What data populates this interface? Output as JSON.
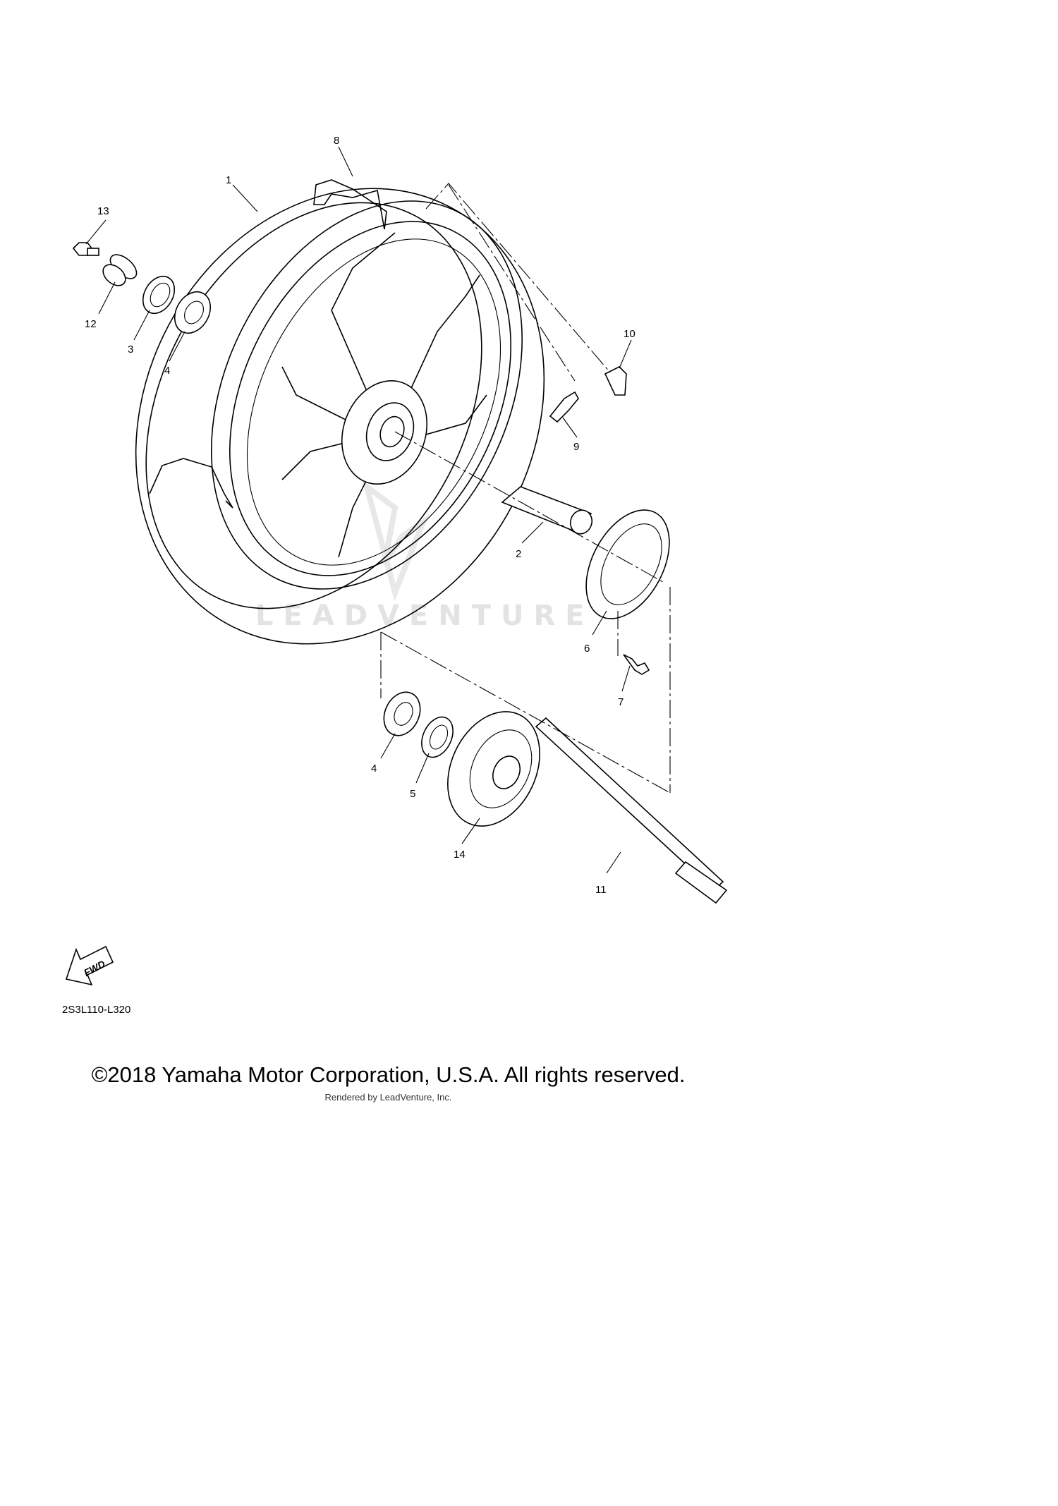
{
  "diagram": {
    "code": "2S3L110-L320",
    "fwd_label": "FWD",
    "watermark": "LEADVENTURE",
    "callouts": {
      "c1": "1",
      "c2": "2",
      "c3a": "3",
      "c4a": "4",
      "c4b": "4",
      "c5": "5",
      "c6": "6",
      "c7": "7",
      "c8": "8",
      "c9": "9",
      "c10": "10",
      "c11": "11",
      "c12": "12",
      "c13": "13",
      "c14": "14"
    }
  },
  "footer": {
    "copyright": "©2018 Yamaha Motor Corporation, U.S.A. All rights reserved.",
    "rendered_by": "Rendered by LeadVenture, Inc."
  }
}
